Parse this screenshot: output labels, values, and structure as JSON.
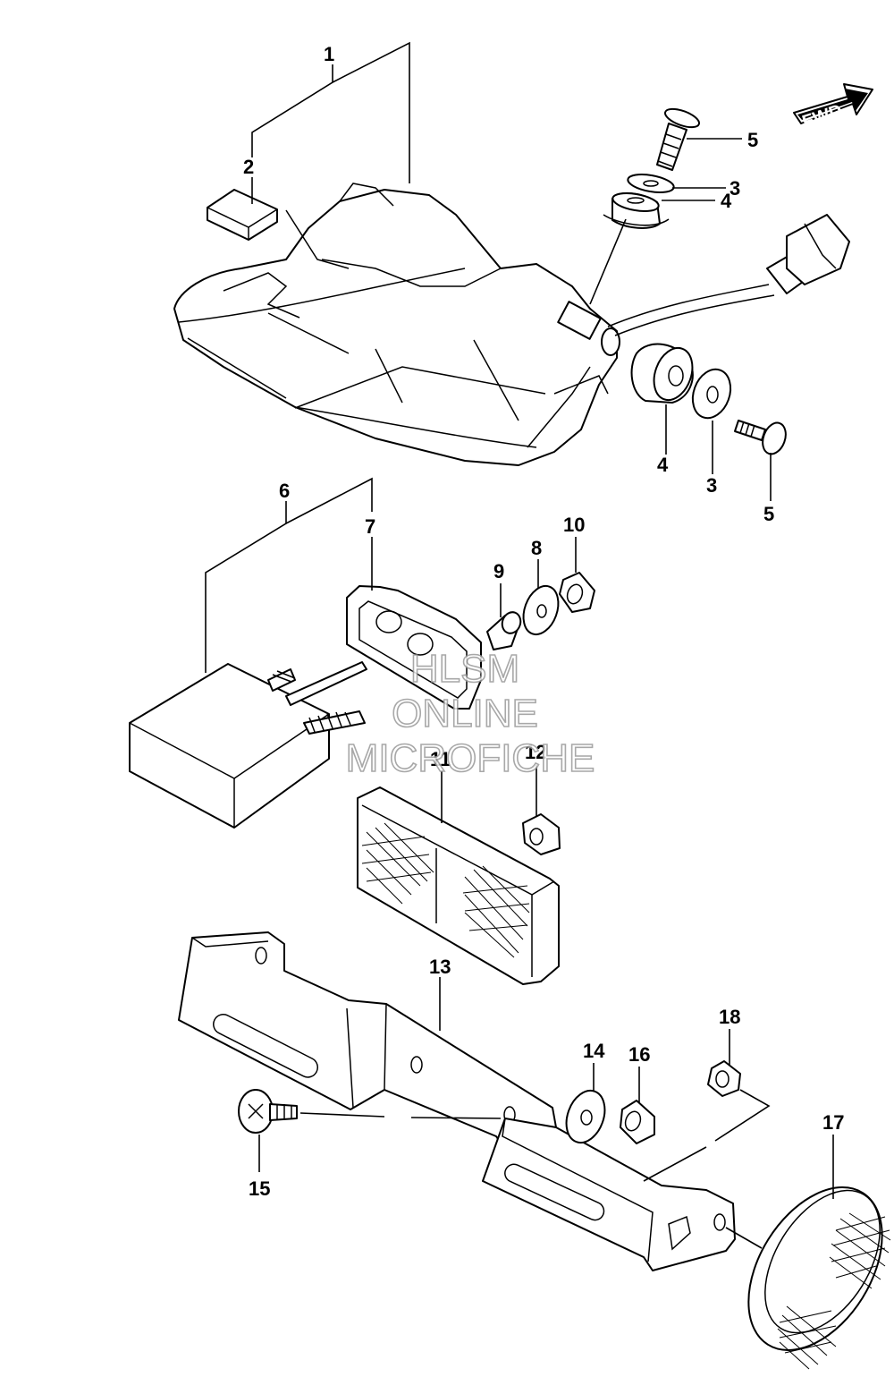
{
  "direction_arrow": {
    "label": "FWD"
  },
  "callouts": [
    "1",
    "2",
    "3",
    "3",
    "4",
    "4",
    "5",
    "5",
    "6",
    "7",
    "8",
    "9",
    "10",
    "11",
    "12",
    "13",
    "14",
    "15",
    "16",
    "17",
    "18"
  ],
  "watermark": {
    "lines": [
      "HLSM",
      "ONLINE",
      "MICROFICHE"
    ]
  }
}
